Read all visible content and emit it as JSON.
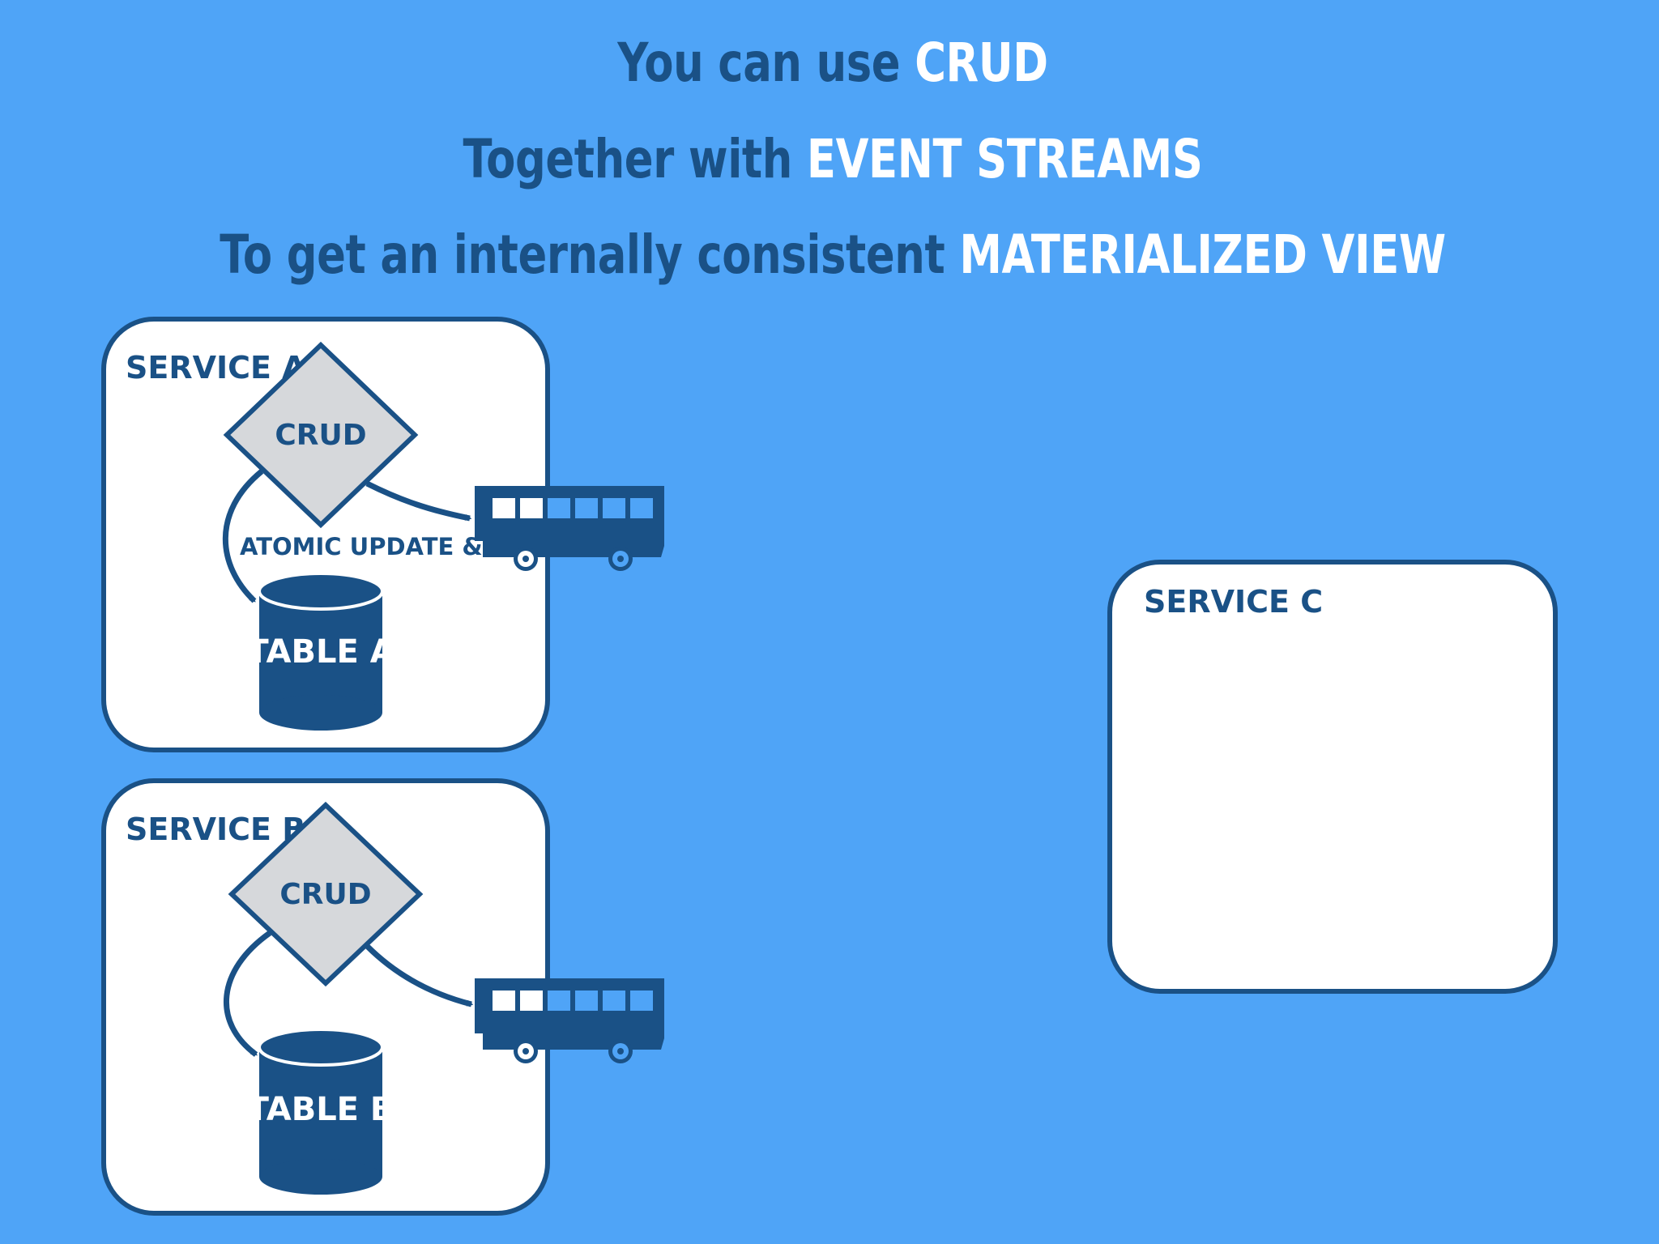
{
  "headline": {
    "line1": {
      "text": "You can use ",
      "highlight": "CRUD"
    },
    "line2": {
      "text": "Together with ",
      "highlight": "EVENT STREAMS"
    },
    "line3": {
      "text": "To get an internally consistent ",
      "highlight": "MATERIALIZED VIEW"
    }
  },
  "service_a": {
    "title": "SERVICE A",
    "crud": "CRUD",
    "edge_label": "ATOMIC UPDATE & EVENT",
    "table": "TABLE A"
  },
  "service_b": {
    "title": "SERVICE B",
    "crud": "CRUD",
    "table": "TABLE B"
  },
  "service_c": {
    "title": "SERVICE C"
  },
  "colors": {
    "background": "#4fa4f7",
    "dark_blue": "#1a5186",
    "highlight": "#ffffff",
    "diamond_fill": "#d6d8db",
    "box_fill": "#ffffff"
  },
  "icons": {
    "event_stream": "bus-icon",
    "table": "database-cylinder-icon",
    "process": "diamond-icon"
  }
}
